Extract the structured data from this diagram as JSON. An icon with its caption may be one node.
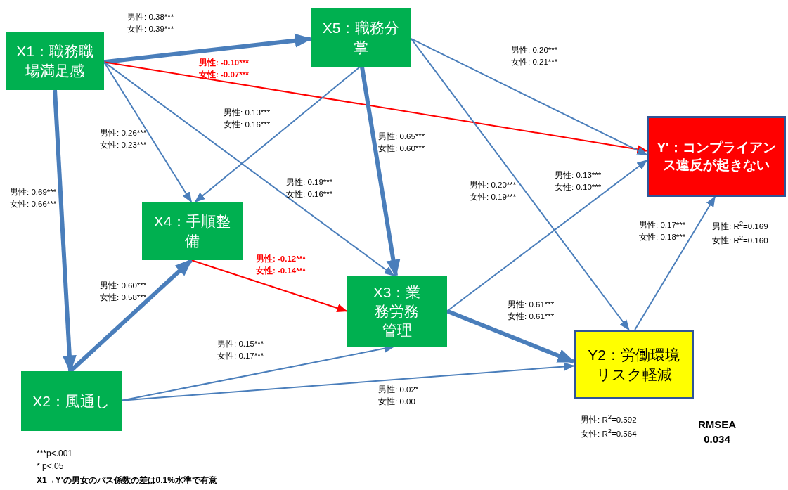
{
  "diagram": {
    "nodes": [
      {
        "text": [
          "X1：職務職場満足感"
        ]
      },
      {
        "text": [
          "X5：職務分掌"
        ]
      },
      {
        "text": [
          "Y'：コンプライアンス違反が起きない"
        ],
        "beside": [
          "男性: R$^{2}$=0.169 女性: R$^{2}$=0.160"
        ]
      },
      {
        "text": [
          "X4：手順整備"
        ]
      },
      {
        "text": [
          "X3：業務労務管理"
        ]
      },
      {
        "text": [
          "Y2：労働環境リスク軽減"
        ],
        "beside": [
          "男性: R$^{2}$=0.592 女性: R$^{2}$=0.564"
        ]
      },
      {
        "text": [
          "X2：風通し"
        ]
      }
    ],
    "edges": [
      {
        "from": 0,
        "to": 1,
        "arrow": "to",
        "style": "thick",
        "label": "男性: 0.38*** 女性: 0.39***"
      },
      {
        "from": 0,
        "to": 2,
        "arrow": "to",
        "color": "#ff0000",
        "label": "男性: -0.10*** 女性: -0.07***"
      },
      {
        "from": 0,
        "to": 3,
        "arrow": "to",
        "label": "男性: 0.26*** 女性: 0.23***"
      },
      {
        "from": 0,
        "to": 4,
        "arrow": "to",
        "label": "男性: 0.19*** 女性: 0.16***"
      },
      {
        "from": 0,
        "to": 6,
        "arrow": "to",
        "style": "thick",
        "label": "男性: 0.69*** 女性: 0.66***"
      },
      {
        "from": 1,
        "to": 3,
        "arrow": "to",
        "label": "男性: 0.13*** 女性: 0.16***"
      },
      {
        "from": 1,
        "to": 4,
        "arrow": "to",
        "style": "thick",
        "label": "男性: 0.65*** 女性: 0.60***"
      },
      {
        "from": 1,
        "to": 2,
        "arrow": "to",
        "label": "男性: 0.20*** 女性: 0.21***"
      },
      {
        "from": 1,
        "to": 5,
        "arrow": "to",
        "label": "男性: 0.20*** 女性: 0.19***"
      },
      {
        "from": 3,
        "to": 4,
        "arrow": "to",
        "color": "#ff0000",
        "label": "男性: -0.12*** 女性: -0.14***"
      },
      {
        "from": 6,
        "to": 3,
        "arrow": "to",
        "style": "thick",
        "label": "男性: 0.60*** 女性: 0.58***"
      },
      {
        "from": 6,
        "to": 4,
        "arrow": "to",
        "label": "男性: 0.15*** 女性: 0.17***"
      },
      {
        "from": 6,
        "to": 5,
        "arrow": "to",
        "label": "男性: 0.02* 女性: 0.00"
      },
      {
        "from": 4,
        "to": 2,
        "arrow": "to",
        "label": "男性: 0.13*** 女性: 0.10***"
      },
      {
        "from": 4,
        "to": 5,
        "arrow": "to",
        "style": "thick",
        "label": "男性: 0.61*** 女性: 0.61***"
      },
      {
        "from": 5,
        "to": 2,
        "arrow": "to",
        "label": "男性: 0.17*** 女性: 0.18***"
      }
    ],
    "labels": [
      "***p<.001",
      "* p<.05",
      "X1→Y'の男女のパス係数の差は0.1%水準で有意",
      "RMSEA 0.034"
    ]
  }
}
